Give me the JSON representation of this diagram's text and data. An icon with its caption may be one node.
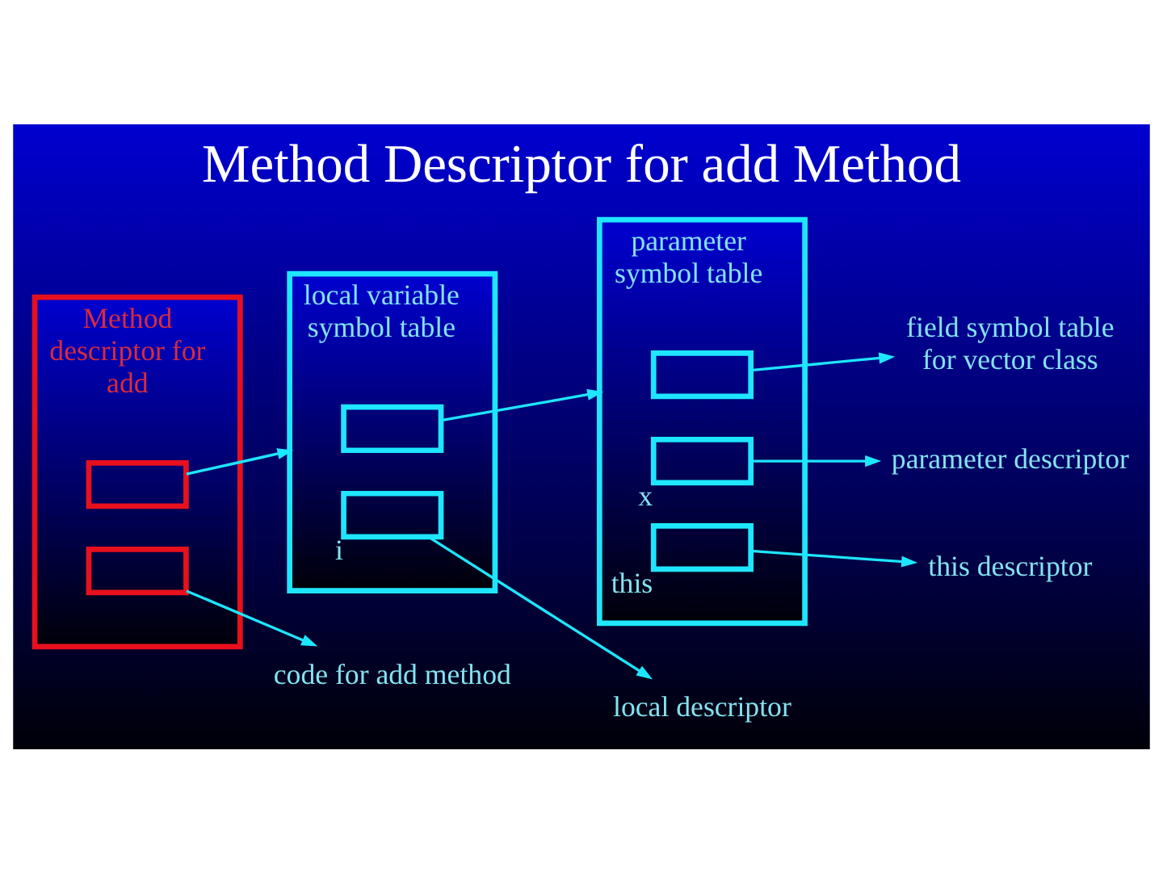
{
  "diagram": {
    "title": "Method Descriptor for add Method",
    "nodes": [
      {
        "text": [
          "parameter symbol table"
        ]
      },
      {
        "text": [],
        "shape": "box",
        "in": 0
      },
      {
        "text": [],
        "shape": "box",
        "in": 0,
        "beside": [
          "x"
        ]
      },
      {
        "text": [],
        "shape": "box",
        "in": 0,
        "beside": [
          "this"
        ]
      },
      {
        "text": [
          "field symbol table for vector class"
        ]
      },
      {
        "text": [
          "parameter descriptor"
        ]
      },
      {
        "text": [
          "this descriptor"
        ]
      },
      {
        "text": [
          "local variable symbol table"
        ]
      },
      {
        "text": [],
        "shape": "box",
        "in": 7
      },
      {
        "text": [],
        "shape": "box",
        "in": 7,
        "beside": [
          "i"
        ]
      },
      {
        "text": [
          "local descriptor"
        ]
      },
      {
        "text": [
          "Method descriptor for add"
        ]
      },
      {
        "text": [],
        "shape": "box",
        "in": 11
      },
      {
        "text": [],
        "shape": "box",
        "in": 11
      },
      {
        "text": [
          "code for add method"
        ]
      }
    ],
    "edges": [
      {
        "from": 1,
        "to": 4,
        "arrow": "to"
      },
      {
        "from": 2,
        "to": 5,
        "arrow": "to"
      },
      {
        "from": 3,
        "to": 6,
        "arrow": "to"
      },
      {
        "from": 8,
        "to": 0,
        "arrow": "to"
      },
      {
        "from": 9,
        "to": 10,
        "arrow": "to"
      },
      {
        "from": 12,
        "to": 7,
        "arrow": "to"
      },
      {
        "from": 13,
        "to": 14,
        "arrow": "to"
      }
    ]
  }
}
